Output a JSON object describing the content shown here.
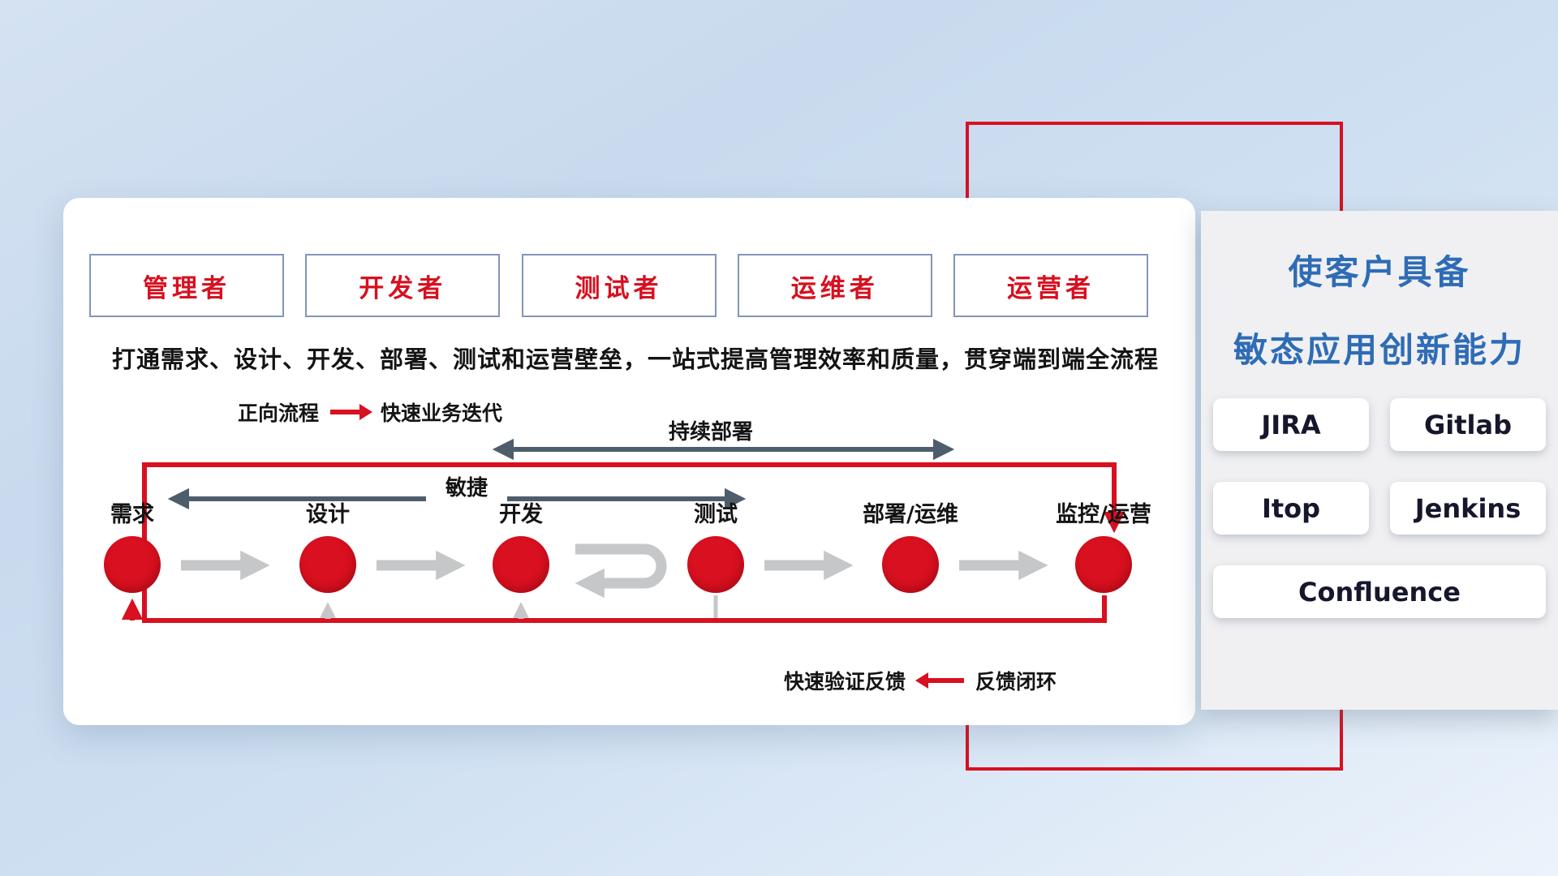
{
  "colors": {
    "accent_red": "#d8101f",
    "dark_arrow": "#4e5d6c",
    "light_arrow": "#c5c7c9",
    "panel_title_blue": "#2e6cb5",
    "role_border_blue": "#8296bb"
  },
  "roles": [
    "管理者",
    "开发者",
    "测试者",
    "运维者",
    "运营者"
  ],
  "description": "打通需求、设计、开发、部署、测试和运营壁垒，一站式提高管理效率和质量，贯穿端到端全流程",
  "legend": {
    "forward_label": "正向流程",
    "forward_value": "快速业务迭代",
    "feedback_value": "快速验证反馈",
    "feedback_label": "反馈闭环"
  },
  "flow": {
    "continuous_deploy": "持续部署",
    "agile": "敏捷",
    "nodes": [
      "需求",
      "设计",
      "开发",
      "测试",
      "部署/运维",
      "监控/运营"
    ]
  },
  "panel": {
    "title_line1": "使客户具备",
    "title_line2": "敏态应用创新能力",
    "tools": [
      "JIRA",
      "Gitlab",
      "Itop",
      "Jenkins",
      "Confluence"
    ]
  }
}
